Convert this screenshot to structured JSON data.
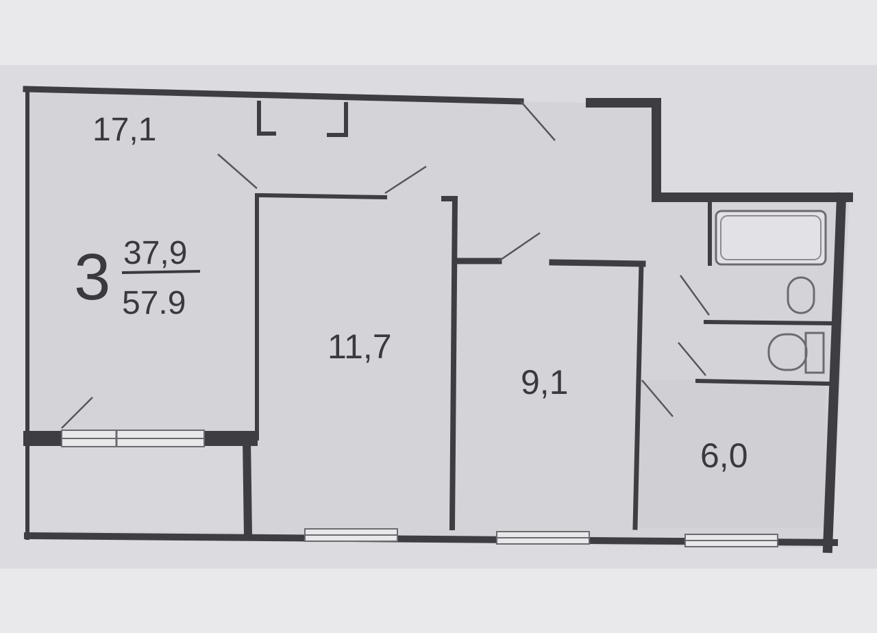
{
  "colors": {
    "background": "#e9e8eb",
    "paper": "#dcdce0",
    "plan_fill": "#d3d3d7",
    "wall": "#3e3e42",
    "text": "#3a3a3e"
  },
  "apartment": {
    "rooms_count": "3",
    "living_area": "37,9",
    "total_area": "57.9"
  },
  "rooms": {
    "living_room": "17,1",
    "bedroom_1": "11,7",
    "bedroom_2": "9,1",
    "kitchen": "6,0"
  },
  "icons": [
    "bathtub-icon",
    "sink-icon",
    "toilet-icon"
  ]
}
